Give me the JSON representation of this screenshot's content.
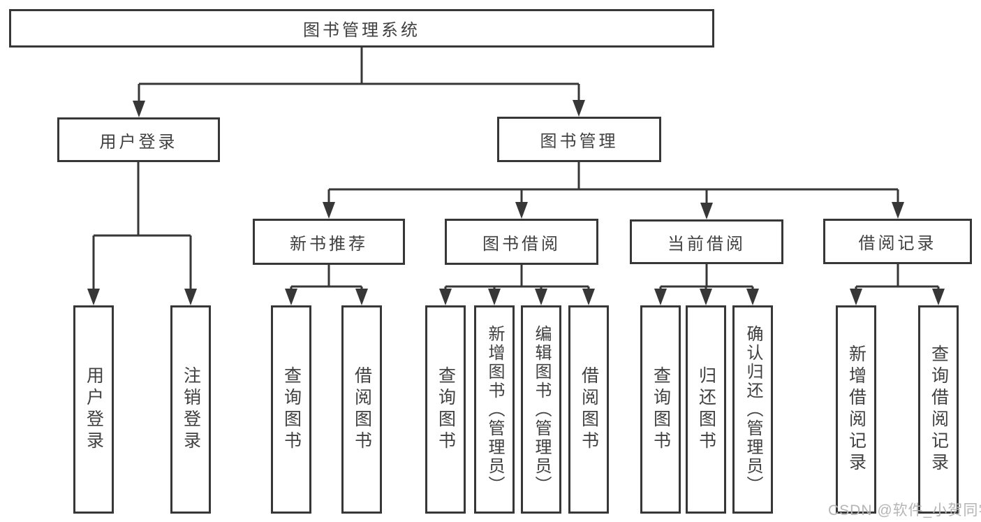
{
  "diagram": {
    "root": {
      "label": "图书管理系统",
      "children": [
        {
          "label": "用户登录",
          "children": [
            {
              "label": "用户登录"
            },
            {
              "label": "注销登录"
            }
          ]
        },
        {
          "label": "图书管理",
          "children": [
            {
              "label": "新书推荐",
              "children": [
                {
                  "label": "查询图书"
                },
                {
                  "label": "借阅图书"
                }
              ]
            },
            {
              "label": "图书借阅",
              "children": [
                {
                  "label": "查询图书"
                },
                {
                  "label": "新增图书（管理员）"
                },
                {
                  "label": "编辑图书（管理员）"
                },
                {
                  "label": "借阅图书"
                }
              ]
            },
            {
              "label": "当前借阅",
              "children": [
                {
                  "label": "查询图书"
                },
                {
                  "label": "归还图书"
                },
                {
                  "label": "确认归还（管理员）"
                }
              ]
            },
            {
              "label": "借阅记录",
              "children": [
                {
                  "label": "新增借阅记录"
                },
                {
                  "label": "查询借阅记录"
                }
              ]
            }
          ]
        }
      ]
    }
  },
  "watermark": {
    "text": "CSDN @软件_小贺同学"
  },
  "colors": {
    "line": "#373737",
    "box_border": "#373737",
    "text": "#404040",
    "watermark": "#b5b5b5",
    "background": "#ffffff"
  }
}
